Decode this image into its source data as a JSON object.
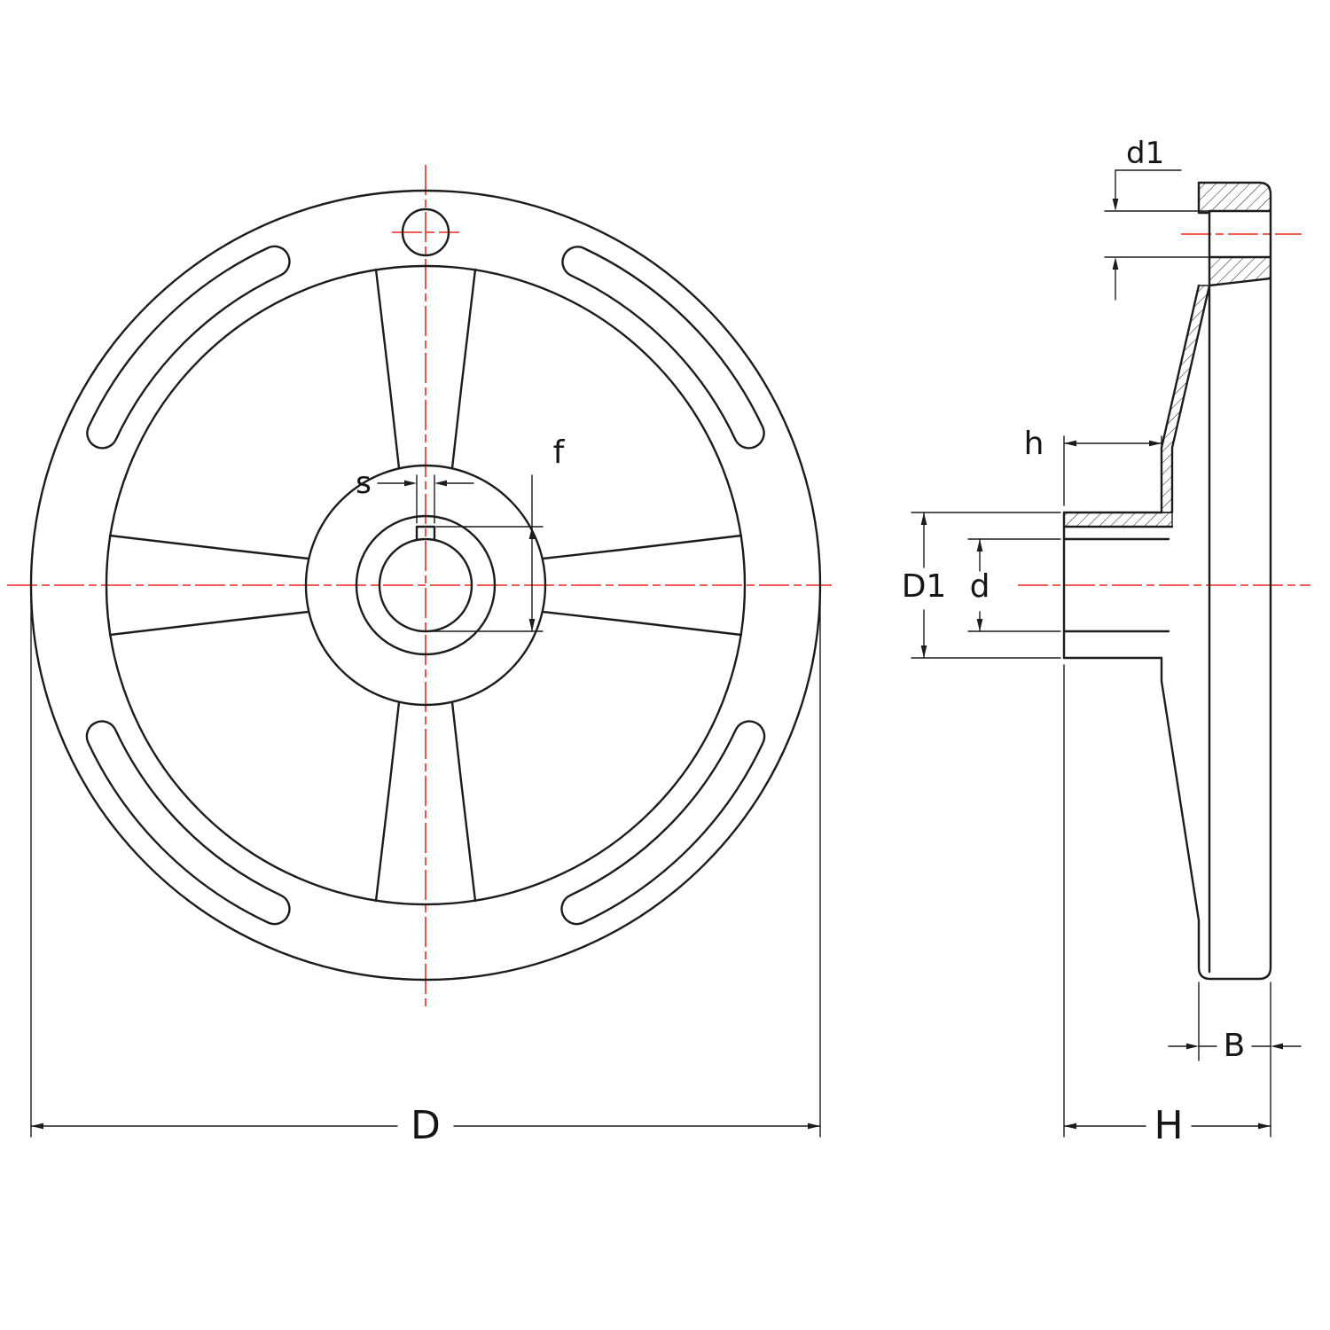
{
  "page": {
    "background": "#ffffff"
  },
  "colors": {
    "line": "#1c1c1c",
    "centerline": "#e8281e"
  },
  "front_view": {
    "dimensions": {
      "s": "s",
      "f": "f",
      "D": "D"
    }
  },
  "side_view": {
    "dimensions": {
      "d1": "d1",
      "h": "h",
      "D1": "D1",
      "d": "d",
      "B": "B",
      "H": "H"
    }
  }
}
